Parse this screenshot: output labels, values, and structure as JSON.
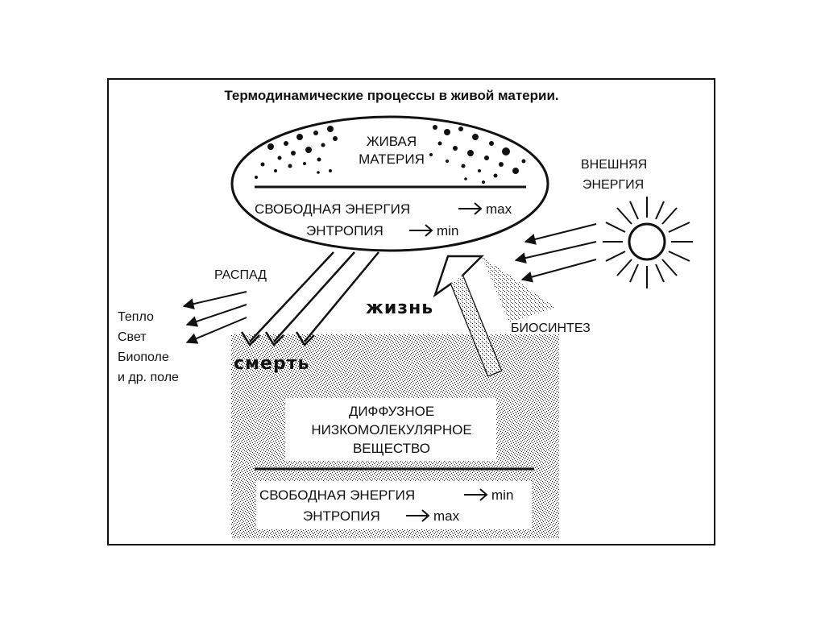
{
  "title": "Термодинамические процессы в живой материи.",
  "living_matter": {
    "label_line1": "ЖИВАЯ",
    "label_line2": "МАТЕРИЯ",
    "free_energy": "СВОБОДНАЯ ЭНЕРГИЯ",
    "free_energy_trend": "max",
    "entropy": "ЭНТРОПИЯ",
    "entropy_trend": "min"
  },
  "external_energy": {
    "line1": "ВНЕШНЯЯ",
    "line2": "ЭНЕРГИЯ",
    "icon": "sun-icon"
  },
  "decay": {
    "label": "РАСПАД",
    "outputs": [
      "Тепло",
      "Свет",
      "Биополе",
      "и др. поле"
    ]
  },
  "processes": {
    "life": "жизнь",
    "death": "смерть",
    "biosynthesis": "БИОСИНТЕЗ"
  },
  "diffuse_matter": {
    "line1": "ДИФФУЗНОЕ",
    "line2": "НИЗКОМОЛЕКУЛЯРНОЕ",
    "line3": "ВЕЩЕСТВО",
    "free_energy": "СВОБОДНАЯ ЭНЕРГИЯ",
    "free_energy_trend": "min",
    "entropy": "ЭНТРОПИЯ",
    "entropy_trend": "max"
  },
  "colors": {
    "ink": "#111111",
    "paper": "#ffffff"
  }
}
